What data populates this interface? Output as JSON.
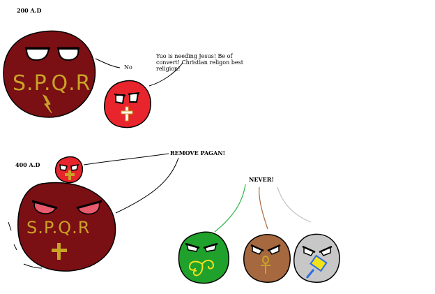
{
  "panel1": {
    "year_label": "200 A.D",
    "spqr_reply": "No",
    "christian_line1": "Yuo is needing Jesus! Be of",
    "christian_line2": "convert! Christian religon best",
    "christian_line3": "religion!",
    "spqr_ball_text": "S.P.Q.R"
  },
  "panel2": {
    "year_label": "400 A.D",
    "remove_pagan": "REMOVE PAGAN!",
    "never": "NEVER!",
    "spqr_ball_text": "S.P.Q.R"
  },
  "colors": {
    "spqr_dark_red": "#7a0f14",
    "christian_red": "#e8242c",
    "pagan_green": "#1fa12b",
    "pagan_brown": "#a5683f",
    "pagan_gray": "#c7c7c7",
    "gold": "#c9a227",
    "thor_yellow": "#f2e21a",
    "thor_blue": "#2d6de0"
  },
  "icons": {
    "spqr_symbol_1": "lightning-bolt-icon",
    "spqr_symbol_2": "cross-icon",
    "christian_symbol": "cross-icon",
    "green_symbol": "triskele-icon",
    "brown_symbol": "ankh-icon",
    "gray_symbol": "hammer-icon"
  }
}
